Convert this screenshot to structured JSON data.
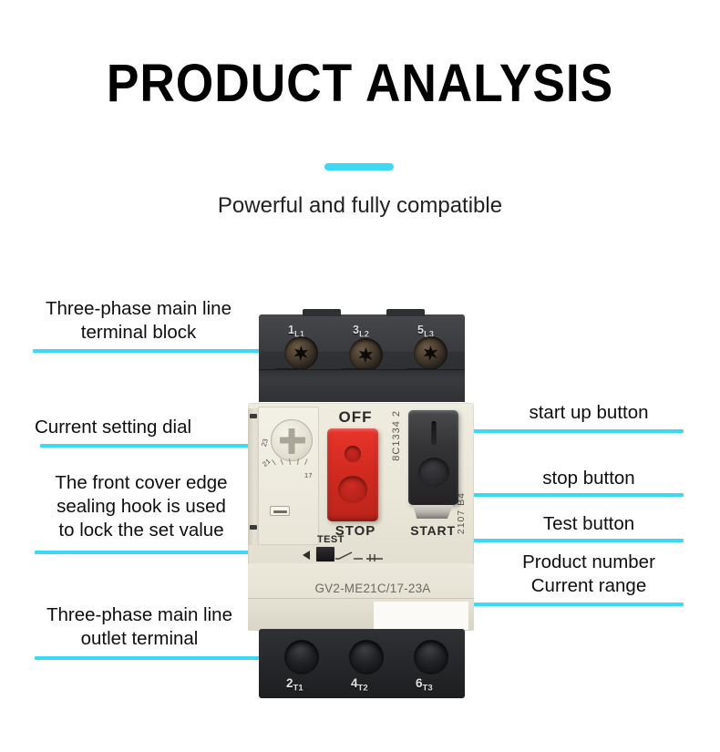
{
  "header": {
    "title": "PRODUCT ANALYSIS",
    "subtitle": "Powerful and fully compatible",
    "accent_color": "#3CD9F6"
  },
  "callouts": {
    "left": [
      {
        "id": "terminal-block-in",
        "lines": [
          "Three-phase main line",
          "terminal block"
        ]
      },
      {
        "id": "current-dial",
        "lines": [
          "Current setting dial"
        ]
      },
      {
        "id": "sealing-hook",
        "lines": [
          "The front cover edge",
          "sealing hook is used",
          "to lock the set value"
        ]
      },
      {
        "id": "terminal-block-out",
        "lines": [
          "Three-phase main line",
          "outlet terminal"
        ]
      }
    ],
    "right": [
      {
        "id": "start-button",
        "lines": [
          "start up button"
        ]
      },
      {
        "id": "stop-button",
        "lines": [
          "stop button"
        ]
      },
      {
        "id": "test-button",
        "lines": [
          "Test button"
        ]
      },
      {
        "id": "product-number",
        "lines": [
          "Product number",
          "Current range"
        ]
      }
    ]
  },
  "device": {
    "top_terminals": [
      {
        "num": "1",
        "phase": "L1"
      },
      {
        "num": "3",
        "phase": "L2"
      },
      {
        "num": "5",
        "phase": "L3"
      }
    ],
    "bottom_terminals": [
      {
        "num": "2",
        "phase": "T1"
      },
      {
        "num": "4",
        "phase": "T2"
      },
      {
        "num": "6",
        "phase": "T3"
      }
    ],
    "off_label": "OFF",
    "stop_label": "STOP",
    "start_label": "START",
    "test_label": "TEST",
    "part_number": "GV2-ME21C/17-23A",
    "side_code": "8C1334 2",
    "side_code_2": "2107 B4",
    "dial_scale": [
      "23",
      "21",
      "17"
    ]
  }
}
